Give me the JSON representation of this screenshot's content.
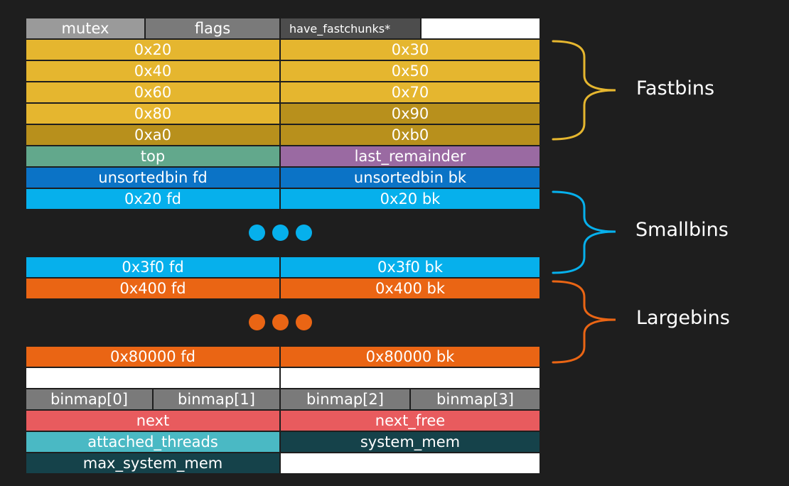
{
  "colors": {
    "background": "#1e1e1e",
    "header_gray": "#9a9a9a",
    "gray": "#7a7a7a",
    "dark_gray": "#4d4d4d",
    "fast_yellow": "#e5b62f",
    "fast_dark_yellow": "#b8901c",
    "top_green": "#62a88c",
    "last_purple": "#9a6aa2",
    "unsorted_blue": "#0b73c6",
    "small_blue": "#06b0ec",
    "large_orange": "#ea6514",
    "white": "#ffffff",
    "next_red": "#e85b5e",
    "teal": "#4ab9c4",
    "dark_teal": "#15424a",
    "fast_brace": "#e5b62f",
    "small_brace": "#06b0ec",
    "large_brace": "#ea6514"
  },
  "cells": {
    "mutex": "mutex",
    "flags": "flags",
    "have_fastchunks": "have_fastchunks*",
    "fb_0x20": "0x20",
    "fb_0x30": "0x30",
    "fb_0x40": "0x40",
    "fb_0x50": "0x50",
    "fb_0x60": "0x60",
    "fb_0x70": "0x70",
    "fb_0x80": "0x80",
    "fb_0x90": "0x90",
    "fb_0xa0": "0xa0",
    "fb_0xb0": "0xb0",
    "top": "top",
    "last_remainder": "last_remainder",
    "unsortedbin_fd": "unsortedbin fd",
    "unsortedbin_bk": "unsortedbin bk",
    "sb_0x20_fd": "0x20 fd",
    "sb_0x20_bk": "0x20 bk",
    "sb_0x3f0_fd": "0x3f0 fd",
    "sb_0x3f0_bk": "0x3f0 bk",
    "lb_0x400_fd": "0x400 fd",
    "lb_0x400_bk": "0x400 bk",
    "lb_0x80000_fd": "0x80000 fd",
    "lb_0x80000_bk": "0x80000 bk",
    "binmap0": "binmap[0]",
    "binmap1": "binmap[1]",
    "binmap2": "binmap[2]",
    "binmap3": "binmap[3]",
    "next": "next",
    "next_free": "next_free",
    "attached_threads": "attached_threads",
    "system_mem": "system_mem",
    "max_system_mem": "max_system_mem"
  },
  "labels": {
    "fastbins": "Fastbins",
    "smallbins": "Smallbins",
    "largebins": "Largebins"
  }
}
